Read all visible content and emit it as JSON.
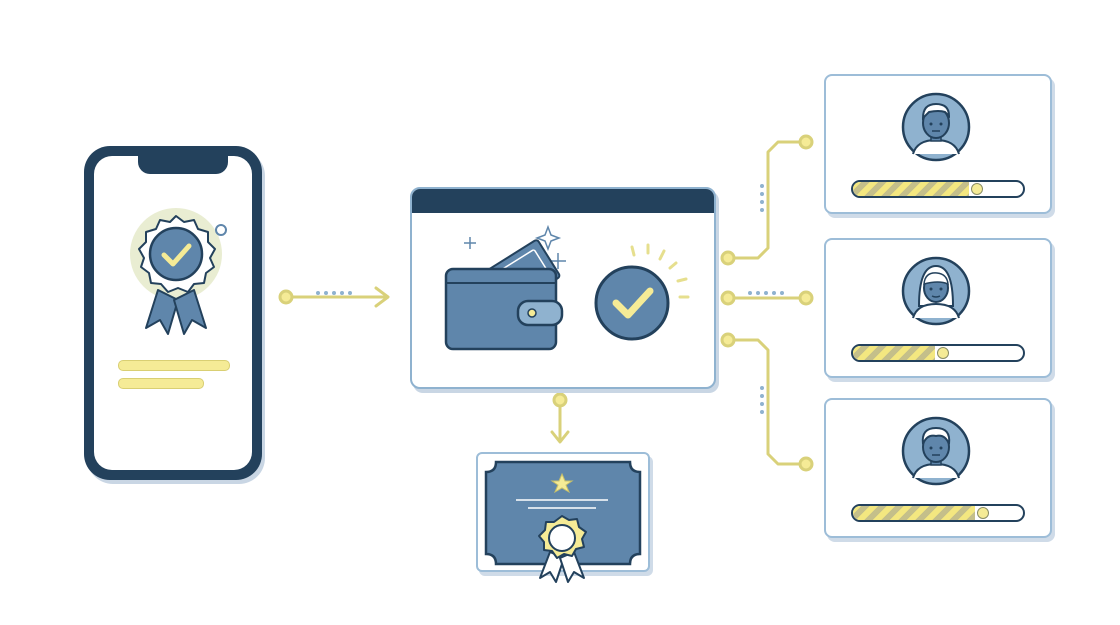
{
  "diagram": {
    "nodes": [
      {
        "id": "phone",
        "icon": "award-badge-icon",
        "text_lines": 2
      },
      {
        "id": "wallet-window",
        "icons": [
          "wallet-icon",
          "verified-check-icon"
        ]
      },
      {
        "id": "certificate",
        "icon": "certificate-icon"
      },
      {
        "id": "recipient-1",
        "icon": "man-avatar-icon",
        "progress": 0.68
      },
      {
        "id": "recipient-2",
        "icon": "woman-avatar-icon",
        "progress": 0.48
      },
      {
        "id": "recipient-3",
        "icon": "man-avatar-icon",
        "progress": 0.72
      }
    ],
    "edges": [
      {
        "from": "phone",
        "to": "wallet-window"
      },
      {
        "from": "wallet-window",
        "to": "certificate"
      },
      {
        "from": "wallet-window",
        "to": "recipient-1"
      },
      {
        "from": "wallet-window",
        "to": "recipient-2"
      },
      {
        "from": "wallet-window",
        "to": "recipient-3"
      }
    ]
  },
  "colors": {
    "navy": "#23415c",
    "steel_blue": "#5f86ab",
    "light_blue": "#8fb2cf",
    "pale_yellow": "#f5eb96",
    "connector_yellow": "#d9d17a"
  }
}
